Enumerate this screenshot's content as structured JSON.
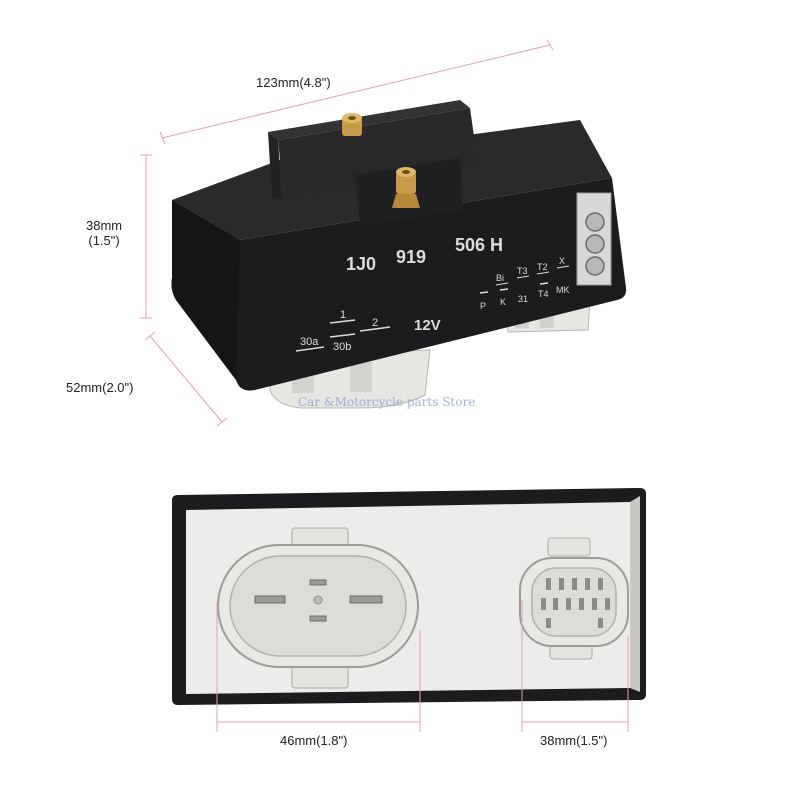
{
  "dimensions": {
    "length": "123mm(4.8\")",
    "height_mm": "38mm",
    "height_in": "(1.5\")",
    "width": "52mm(2.0\")",
    "plug_large": "46mm(1.8\")",
    "plug_small": "38mm(1.5\")"
  },
  "watermark": "Car &Motorcycle parts Store",
  "part_number": {
    "a": "1J0",
    "b": "919",
    "c": "506 H"
  },
  "voltage": "12V",
  "pins": {
    "p30a": "30a",
    "p30b": "30b",
    "p1": "1",
    "p2": "2",
    "bi": "Bi",
    "t3": "T3",
    "t2": "T2",
    "x": "X",
    "p": "P",
    "k": "K",
    "p31": "31",
    "t4": "T4",
    "mk": "MK"
  },
  "colors": {
    "housing": "#1c1c1e",
    "connector": "#e8e8e6",
    "dimension_line": "#e0a0b8",
    "brass": "#c89a48"
  }
}
